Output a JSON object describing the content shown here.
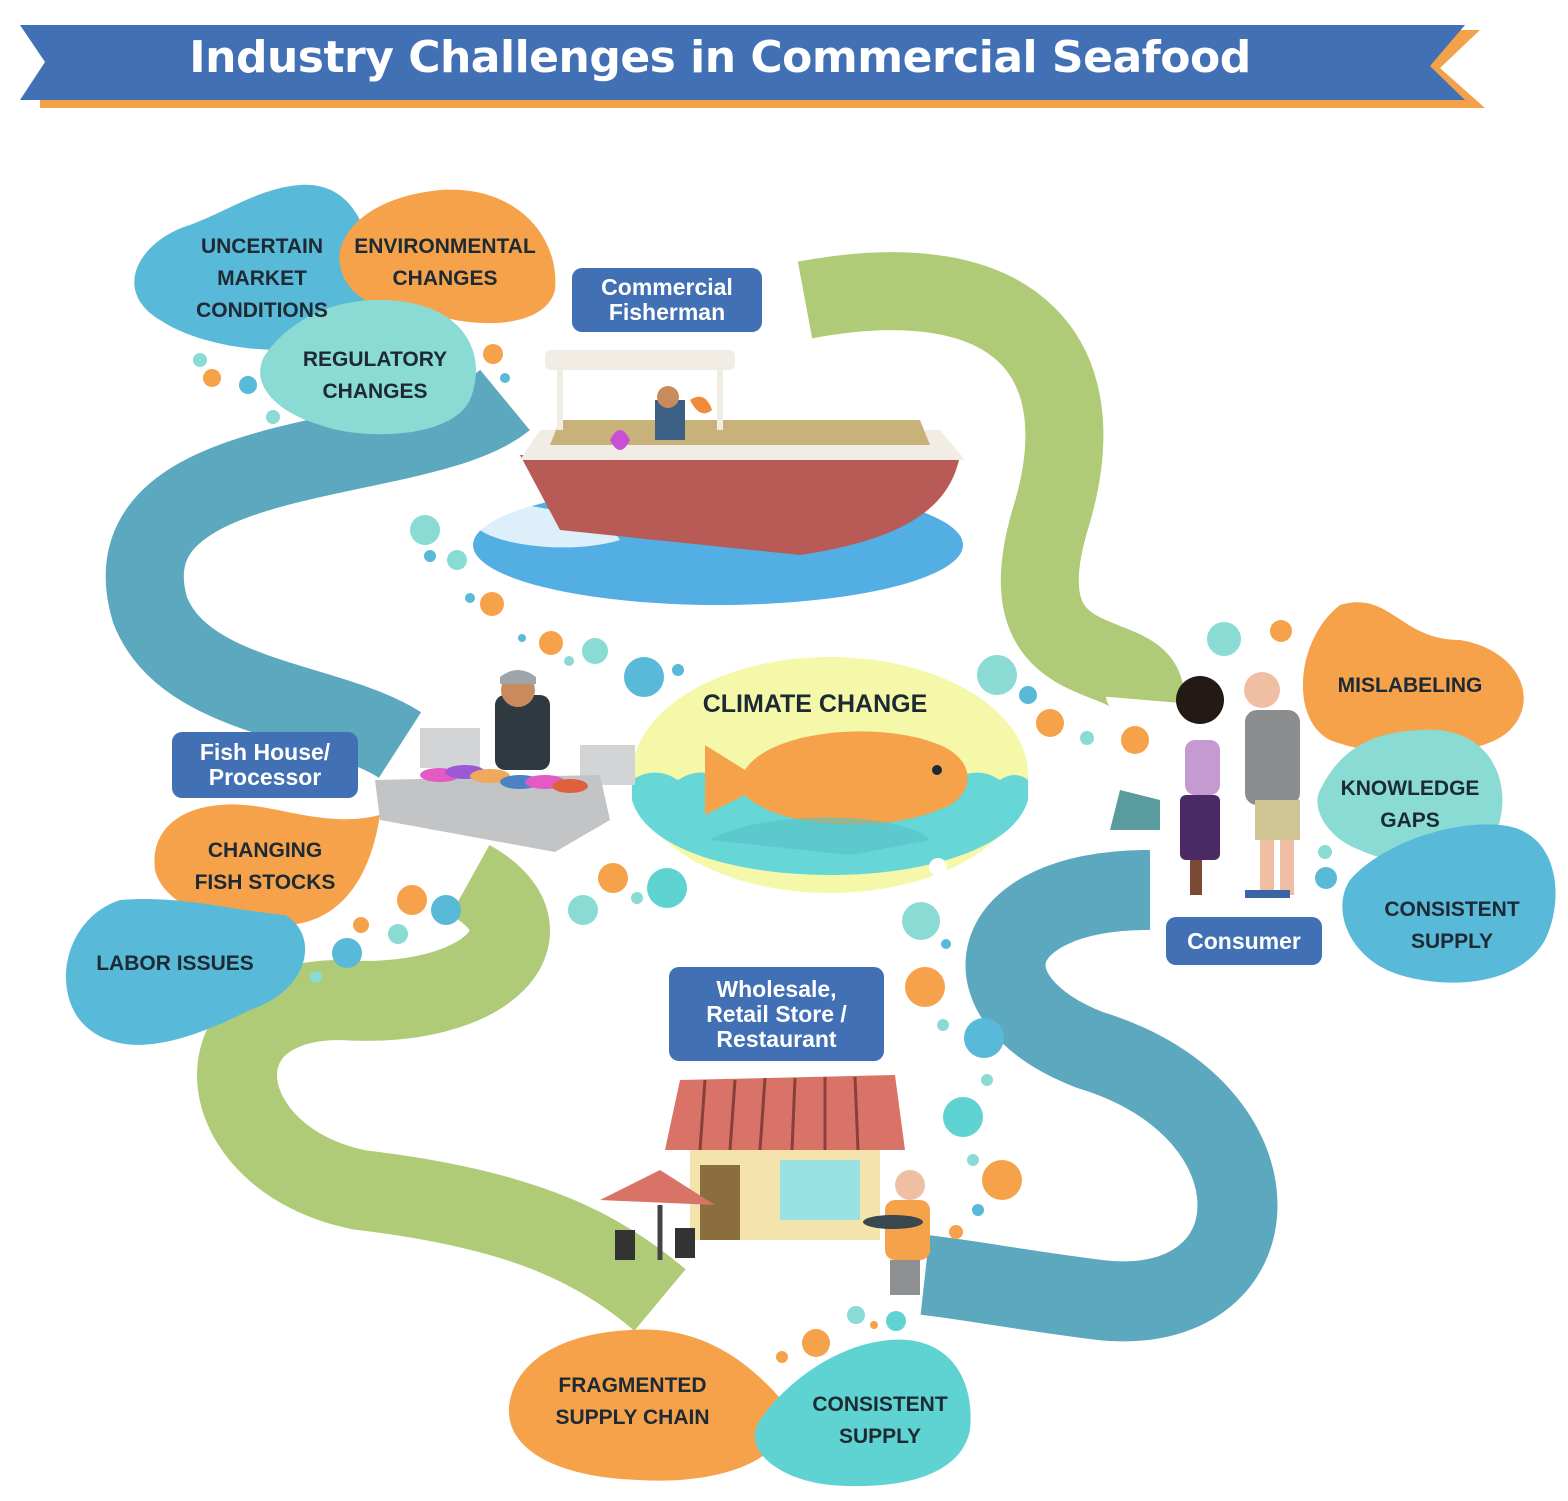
{
  "title": "Industry Challenges in Commercial Seafood",
  "stages": {
    "fisherman": [
      "Commercial",
      "Fisherman"
    ],
    "processor": [
      "Fish House/",
      "Processor"
    ],
    "consumer": [
      "Consumer"
    ],
    "retail": [
      "Wholesale,",
      "Retail Store /",
      "Restaurant"
    ]
  },
  "center": "CLIMATE CHANGE",
  "challenges": {
    "uncertain_market": [
      "UNCERTAIN",
      "MARKET",
      "CONDITIONS"
    ],
    "environmental": [
      "ENVIRONMENTAL",
      "CHANGES"
    ],
    "regulatory": [
      "REGULATORY",
      "CHANGES"
    ],
    "changing_fish_stocks": [
      "CHANGING",
      "FISH STOCKS"
    ],
    "labor_issues": [
      "LABOR ISSUES"
    ],
    "mislabeling": [
      "MISLABELING"
    ],
    "knowledge_gaps": [
      "KNOWLEDGE",
      "GAPS"
    ],
    "consistent_supply_consumer": [
      "CONSISTENT",
      "SUPPLY"
    ],
    "fragmented_supply_chain": [
      "FRAGMENTED",
      "SUPPLY CHAIN"
    ],
    "consistent_supply_retail": [
      "CONSISTENT",
      "SUPPLY"
    ]
  },
  "colors": {
    "banner": "#4270b5",
    "banner_accent": "#f3a24a",
    "orange": "#f6a24b",
    "light_blue": "#58b9d8",
    "teal": "#8adbd3",
    "cyan": "#5fd2d2",
    "river_green": "#b0cb77",
    "river_blue": "#5ca8bf",
    "stage_blue": "#4270b5"
  }
}
